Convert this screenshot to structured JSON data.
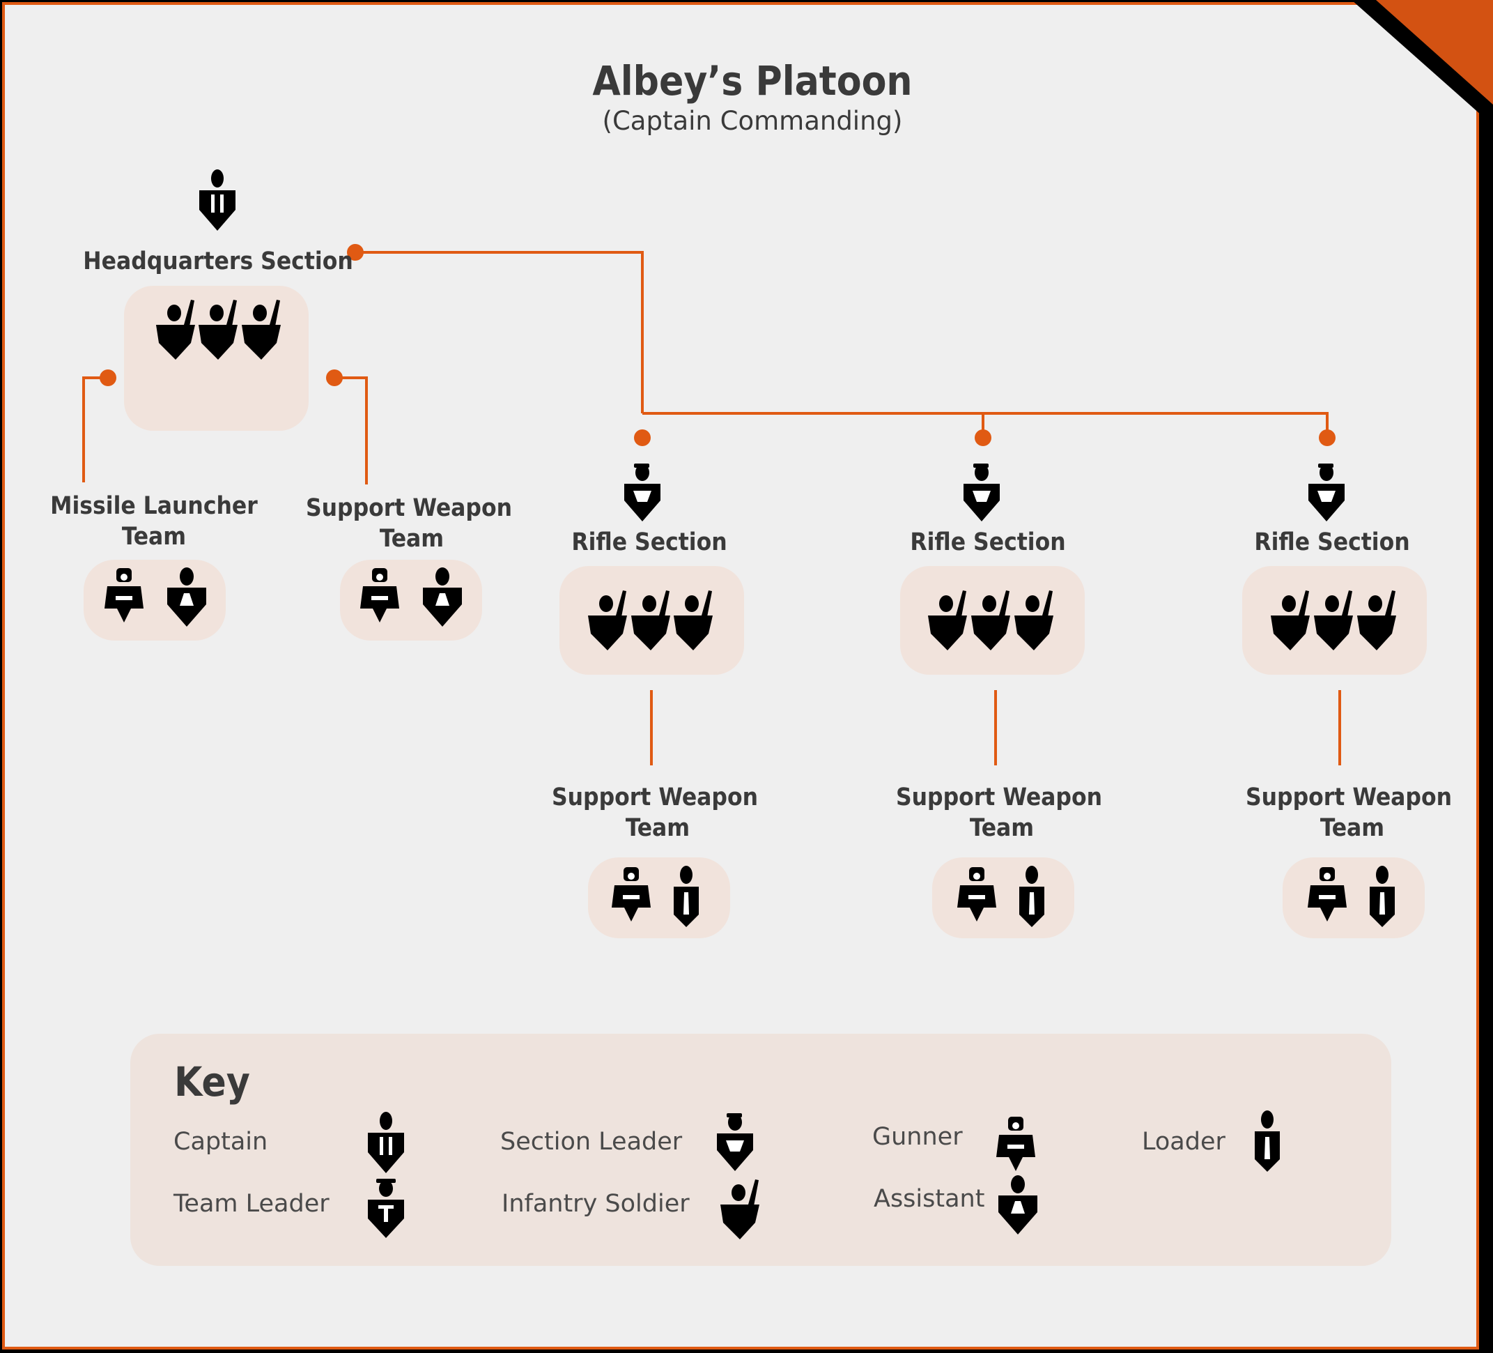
{
  "title": "Albey’s Platoon",
  "subtitle": "(Captain Commanding)",
  "colors": {
    "accent": "#e05a13",
    "background": "#efefef",
    "box": "#f1e3dc",
    "key_box": "#eee3dd",
    "text": "#3a3a3a",
    "icon": "#000000"
  },
  "units": {
    "headquarters": "Headquarters Section",
    "missile_team": [
      "Missile Launcher",
      "Team"
    ],
    "hq_support": [
      "Support Weapon",
      "Team"
    ],
    "rifle_sections": [
      {
        "label": "Rifle Section",
        "support": [
          "Support Weapon",
          "Team"
        ]
      },
      {
        "label": "Rifle Section",
        "support": [
          "Support Weapon",
          "Team"
        ]
      },
      {
        "label": "Rifle Section",
        "support": [
          "Support Weapon",
          "Team"
        ]
      }
    ]
  },
  "key": {
    "title": "Key",
    "items": [
      {
        "label": "Captain",
        "icon": "captain-icon"
      },
      {
        "label": "Team Leader",
        "icon": "team-leader-icon"
      },
      {
        "label": "Section Leader",
        "icon": "section-leader-icon"
      },
      {
        "label": "Infantry Soldier",
        "icon": "infantry-soldier-icon"
      },
      {
        "label": "Gunner",
        "icon": "gunner-icon"
      },
      {
        "label": "Assistant",
        "icon": "assistant-icon"
      },
      {
        "label": "Loader",
        "icon": "loader-icon"
      }
    ]
  }
}
